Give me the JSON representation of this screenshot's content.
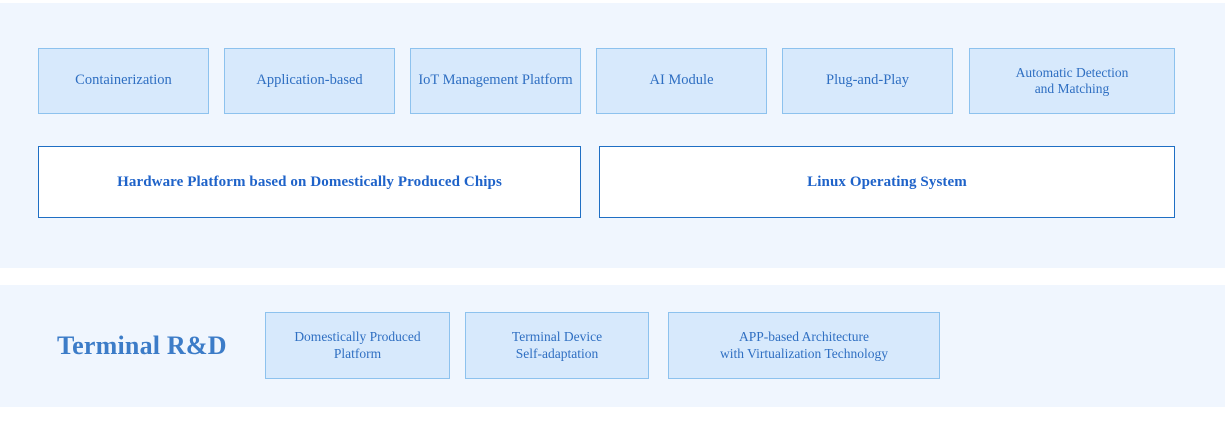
{
  "diagram": {
    "title_visible": false,
    "colors": {
      "band_background": "#f0f6fe",
      "tile_fill": "#d7e9fc",
      "tile_border": "#8dc2ee",
      "tile_text": "#2f6fc2",
      "plate_fill": "#ffffff",
      "plate_border": "#1f6fc4",
      "plate_text": "#1f63c9",
      "section_title_text": "#3c7cc8",
      "page_background": "#ffffff"
    }
  },
  "top_section": {
    "capability_tiles": [
      {
        "label": "Containerization"
      },
      {
        "label": "Application-based"
      },
      {
        "label": "IoT Management Platform"
      },
      {
        "label": "AI Module"
      },
      {
        "label": "Plug-and-Play"
      },
      {
        "label": "Automatic Detection",
        "label_line2": "and Matching"
      }
    ],
    "foundation_plates": [
      {
        "label": "Hardware Platform based on Domestically Produced Chips"
      },
      {
        "label": "Linux Operating System"
      }
    ]
  },
  "bottom_section": {
    "section_title": "Terminal R&D",
    "tiles": [
      {
        "label": "Domestically Produced",
        "label_line2": "Platform"
      },
      {
        "label": "Terminal Device",
        "label_line2": "Self-adaptation"
      },
      {
        "label": "APP-based Architecture",
        "label_line2": "with Virtualization Technology"
      }
    ]
  }
}
